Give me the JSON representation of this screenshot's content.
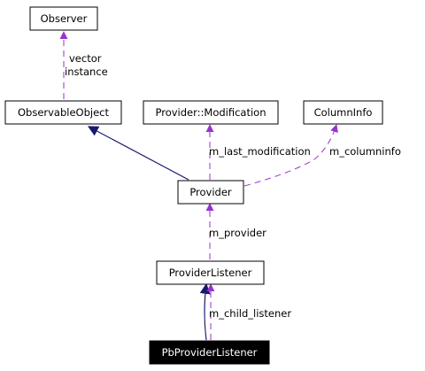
{
  "colors": {
    "usage_edge": "#9a32cd",
    "inheritance_edge": "#191970",
    "node_border": "#000000",
    "highlight_node_fill": "#000000",
    "highlight_node_text": "#ffffff"
  },
  "nodes": {
    "observer": "Observer",
    "observable_object": "ObservableObject",
    "provider_modification": "Provider::Modification",
    "column_info": "ColumnInfo",
    "provider": "Provider",
    "provider_listener": "ProviderListener",
    "pb_provider_listener": "PbProviderListener"
  },
  "edges": {
    "observer_vector_label": "vector",
    "observer_instance_label": "instance",
    "last_modification_label": "m_last_modification",
    "columninfo_label": "m_columninfo",
    "provider_label": "m_provider",
    "child_listener_label": "m_child_listener"
  }
}
